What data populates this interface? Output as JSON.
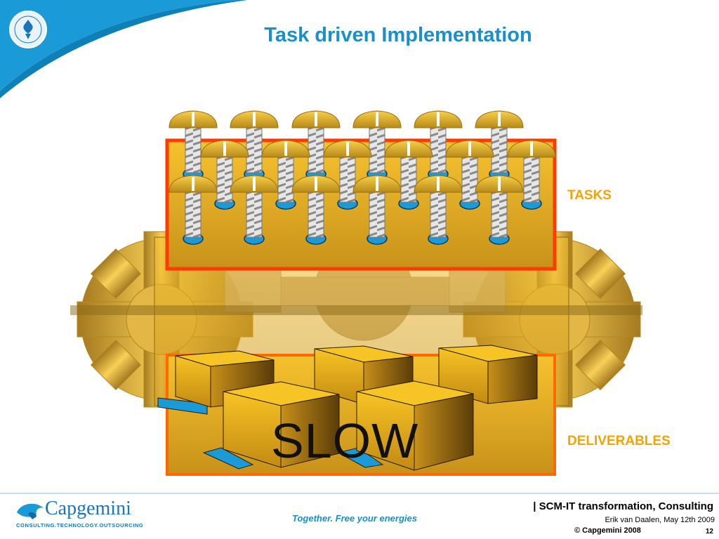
{
  "slide": {
    "title": "Task driven Implementation",
    "labels": {
      "tasks": "TASKS",
      "deliverables": "DELIVERABLES",
      "slow": "SLOW"
    }
  },
  "footer": {
    "logo_text": "Capgemini",
    "logo_sub": "CONSULTING.TECHNOLOGY.OUTSOURCING",
    "tagline": "Together. Free your energies",
    "project": "SCM-IT transformation, Consulting",
    "project_prefix": "| ",
    "author": "Erik van Daalen, May 12th 2009",
    "copyright": "© Capgemini 2008",
    "page_number": "12"
  },
  "colors": {
    "accent_blue": "#1a8fc9",
    "label_orange": "#f5a300",
    "gold": "#f0c030",
    "frame_red": "#ff3b00"
  },
  "icons": [
    "screw-icon",
    "gear-icon",
    "box-icon",
    "seal-icon"
  ]
}
